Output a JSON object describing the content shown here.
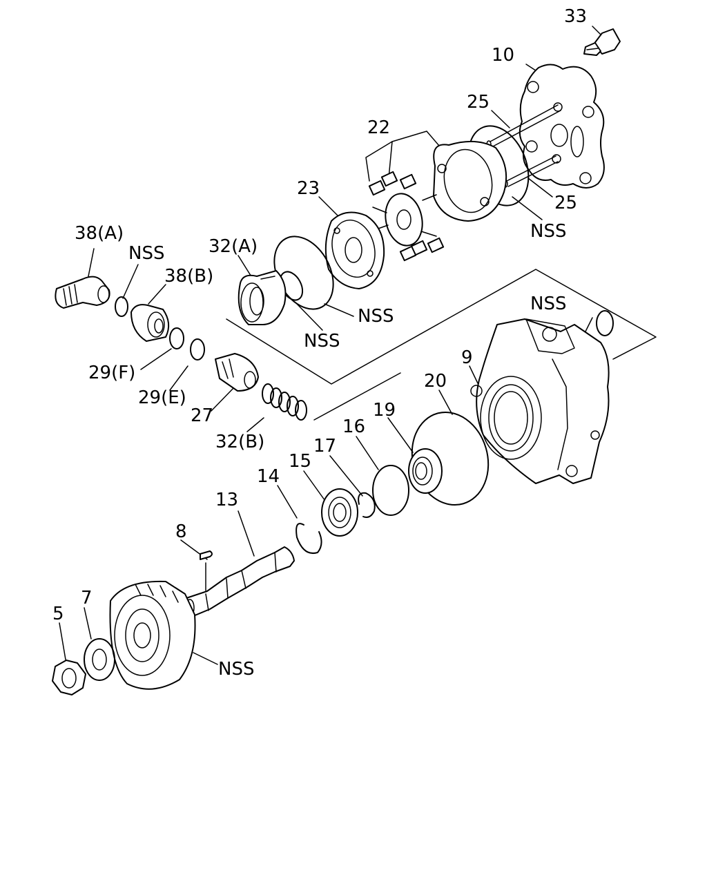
{
  "labels": {
    "n33": "33",
    "n10": "10",
    "n25a": "25",
    "n25b": "25",
    "nss1": "NSS",
    "n22": "22",
    "n23": "23",
    "n32a": "32(A)",
    "nss2": "NSS",
    "nss3": "NSS",
    "n38a": "38(A)",
    "nss4": "NSS",
    "n38b": "38(B)",
    "n29f": "29(F)",
    "n29e": "29(E)",
    "n27": "27",
    "n32b": "32(B)",
    "nss5": "NSS",
    "n9": "9",
    "n20": "20",
    "n19": "19",
    "n16": "16",
    "n17": "17",
    "n15": "15",
    "n14": "14",
    "n13": "13",
    "n8": "8",
    "n7": "7",
    "n5": "5",
    "nss6": "NSS"
  }
}
